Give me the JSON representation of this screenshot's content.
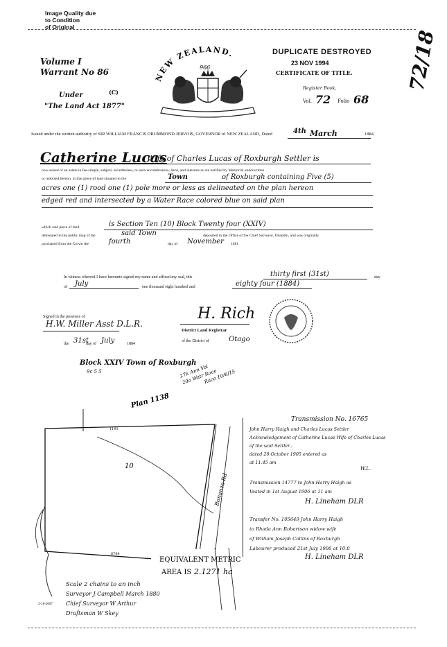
{
  "header": {
    "quality_note": [
      "Image Quality due",
      "to Condition",
      "of Original"
    ],
    "volume": "Volume I",
    "folio": "Warrant No 86",
    "under_label": "Under",
    "c_mark": "(C)",
    "land_act": "\"The Land Act 1877\"",
    "country_arc": "NEW ZEALAND.",
    "crest_number": "966",
    "duplicate_stamp": "DUPLICATE DESTROYED",
    "destroyed_date": "23 NOV 1994",
    "certificate_label": "CERTIFICATE OF TITLE.",
    "register_book": "Register Book,",
    "vol_label": "Vol.",
    "vol_value": "72",
    "folio_label": "Folio",
    "folio_value": "68",
    "margin_number": "72/18"
  },
  "authority_line": {
    "text": "Issued under the written authority of SIR WILLIAM FRANCIS DRUMMOND JERVOIS, GOVERNOR of NEW ZEALAND, Dated",
    "day": "4th",
    "month": "March",
    "year": "1884"
  },
  "body": {
    "owner_name": "Catherine Lucas",
    "owner_desc": "Wife of Charles Lucas of Roxburgh Settler is",
    "seized_line1": "now seised of an estate in fee-simple, subject, nevertheless, to such encumbrances, liens, and interests as are notified by Memorial underwritten",
    "seized_line2_prefix": "or indorsed hereon, in that piece of land situated in the",
    "seized_line2_town": "Town",
    "seized_line2_of": "of Roxburgh containing Five (5)",
    "handwritten_line1": "acres one (1) rood one (1) pole more or less as delineated on the plan hereon",
    "handwritten_line2": "edged red and intersected by a Water Race colored blue on said plan",
    "which_prefix": "which said piece of land",
    "which_value": "is Section Ten (10) Block Twenty four (XXIV)",
    "delineated_prefix": "delineated in the public map of the",
    "delineated_value": "said Town",
    "deposited_text": "deposited in the Office of the Chief Surveyor, Dunedin, and was originally",
    "purchased_prefix": "purchased from the Crown the",
    "purchased_day": "fourth",
    "purchased_day_of": "day of",
    "purchased_month": "November",
    "purchased_year": "1881"
  },
  "witness": {
    "text1": "In witness whereof I have hereunto signed my name and affixed my seal, this",
    "day_value": "thirty first (31st)",
    "day_suffix": "day",
    "of_label": "of",
    "month_value": "July",
    "text2": "one thousand eight hundred and",
    "year_value": "eighty four (1884)"
  },
  "signed": {
    "presence": "Signed in the presence of",
    "witness_sig": "H.W. Miller  Asst D.L.R.",
    "the_label": "the",
    "day_value": "31st",
    "day_of": "day of",
    "month_value": "July",
    "year_value": "1884",
    "registrar_sig": "H. Rich",
    "registrar_label1": "District Land Registrar",
    "registrar_label2": "of the District of",
    "district_value": "Otago"
  },
  "plan": {
    "block_label": "Block XXIV  Town of Roxburgh",
    "scale_note": "9c 5 5",
    "plan_ref": "Plan 1138",
    "section_number": "10",
    "road_label": "Bonanza Rd",
    "equiv_label": "EQUIVALENT METRIC",
    "area_label": "AREA IS",
    "area_value": "2.1271 ha",
    "scale_line": "Scale 2 chains to an inch",
    "surveyor_line": "Surveyor  J Campbell   March  1880",
    "chief_line": "Chief Surveyor   W Arthur",
    "drafts_line": "Draftsman    W Skey",
    "form_ref": "2-18-2007"
  },
  "memorials": {
    "heading": "Transmission No. 16765",
    "entry1": [
      "John Harry Haigh and Charles Lucas Settler",
      "Acknowledgement of Catherine Lucas Wife of Charles Lucas",
      "of the said Settler...",
      "dated 20 October 1905 entered as",
      "at 11.45 am"
    ],
    "entry1_sig": "W.L.",
    "entry2": [
      "Transmission 14777 to John Harry Haigh as",
      "Vested in 1st August 1906 at 11 am"
    ],
    "entry2_sig": "H. Lineham DLR",
    "entry3": [
      "Transfer No. 105649  John Harry Haigh",
      "to Rhoda Ann Robertson widow wife",
      "of William Joseph Collins of Roxburgh",
      "Labourer produced 21st July 1906 at 10.0"
    ],
    "entry3_sig": "H. Lineham DLR"
  },
  "colors": {
    "ink": "#111111",
    "paper": "#ffffff",
    "stamp": "#222222"
  }
}
